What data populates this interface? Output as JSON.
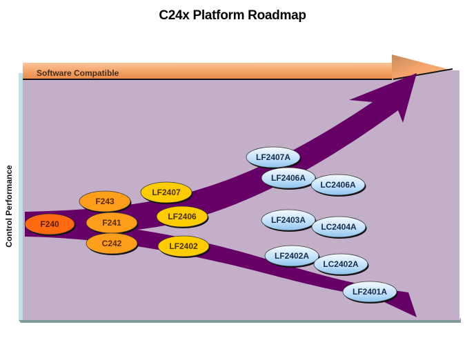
{
  "title": "C24x Platform Roadmap",
  "y_axis_label": "Control Performance",
  "top_arrow_label": "Software Compatible",
  "colors": {
    "panel": "#c4afc8",
    "panel_left_edge": "#bde0e6",
    "panel_bottom_edge": "#7f9a9a",
    "path": "#660066",
    "top_arrow": "#f5a56a",
    "ellipse_red_orange": "#ff6a10",
    "ellipse_orange": "#ff9e1a",
    "ellipse_yellow": "#ffcc00",
    "ellipse_blue": "#bfe0fa"
  },
  "devices": [
    {
      "label": "F240",
      "group": "red_orange"
    },
    {
      "label": "F243",
      "group": "orange"
    },
    {
      "label": "F241",
      "group": "orange"
    },
    {
      "label": "C242",
      "group": "orange"
    },
    {
      "label": "LF2407",
      "group": "yellow"
    },
    {
      "label": "LF2406",
      "group": "yellow"
    },
    {
      "label": "LF2402",
      "group": "yellow"
    },
    {
      "label": "LF2407A",
      "group": "blue"
    },
    {
      "label": "LF2406A",
      "group": "blue"
    },
    {
      "label": "LC2406A",
      "group": "blue"
    },
    {
      "label": "LF2403A",
      "group": "blue"
    },
    {
      "label": "LC2404A",
      "group": "blue"
    },
    {
      "label": "LF2402A",
      "group": "blue"
    },
    {
      "label": "LC2402A",
      "group": "blue"
    },
    {
      "label": "LF2401A",
      "group": "blue"
    }
  ]
}
